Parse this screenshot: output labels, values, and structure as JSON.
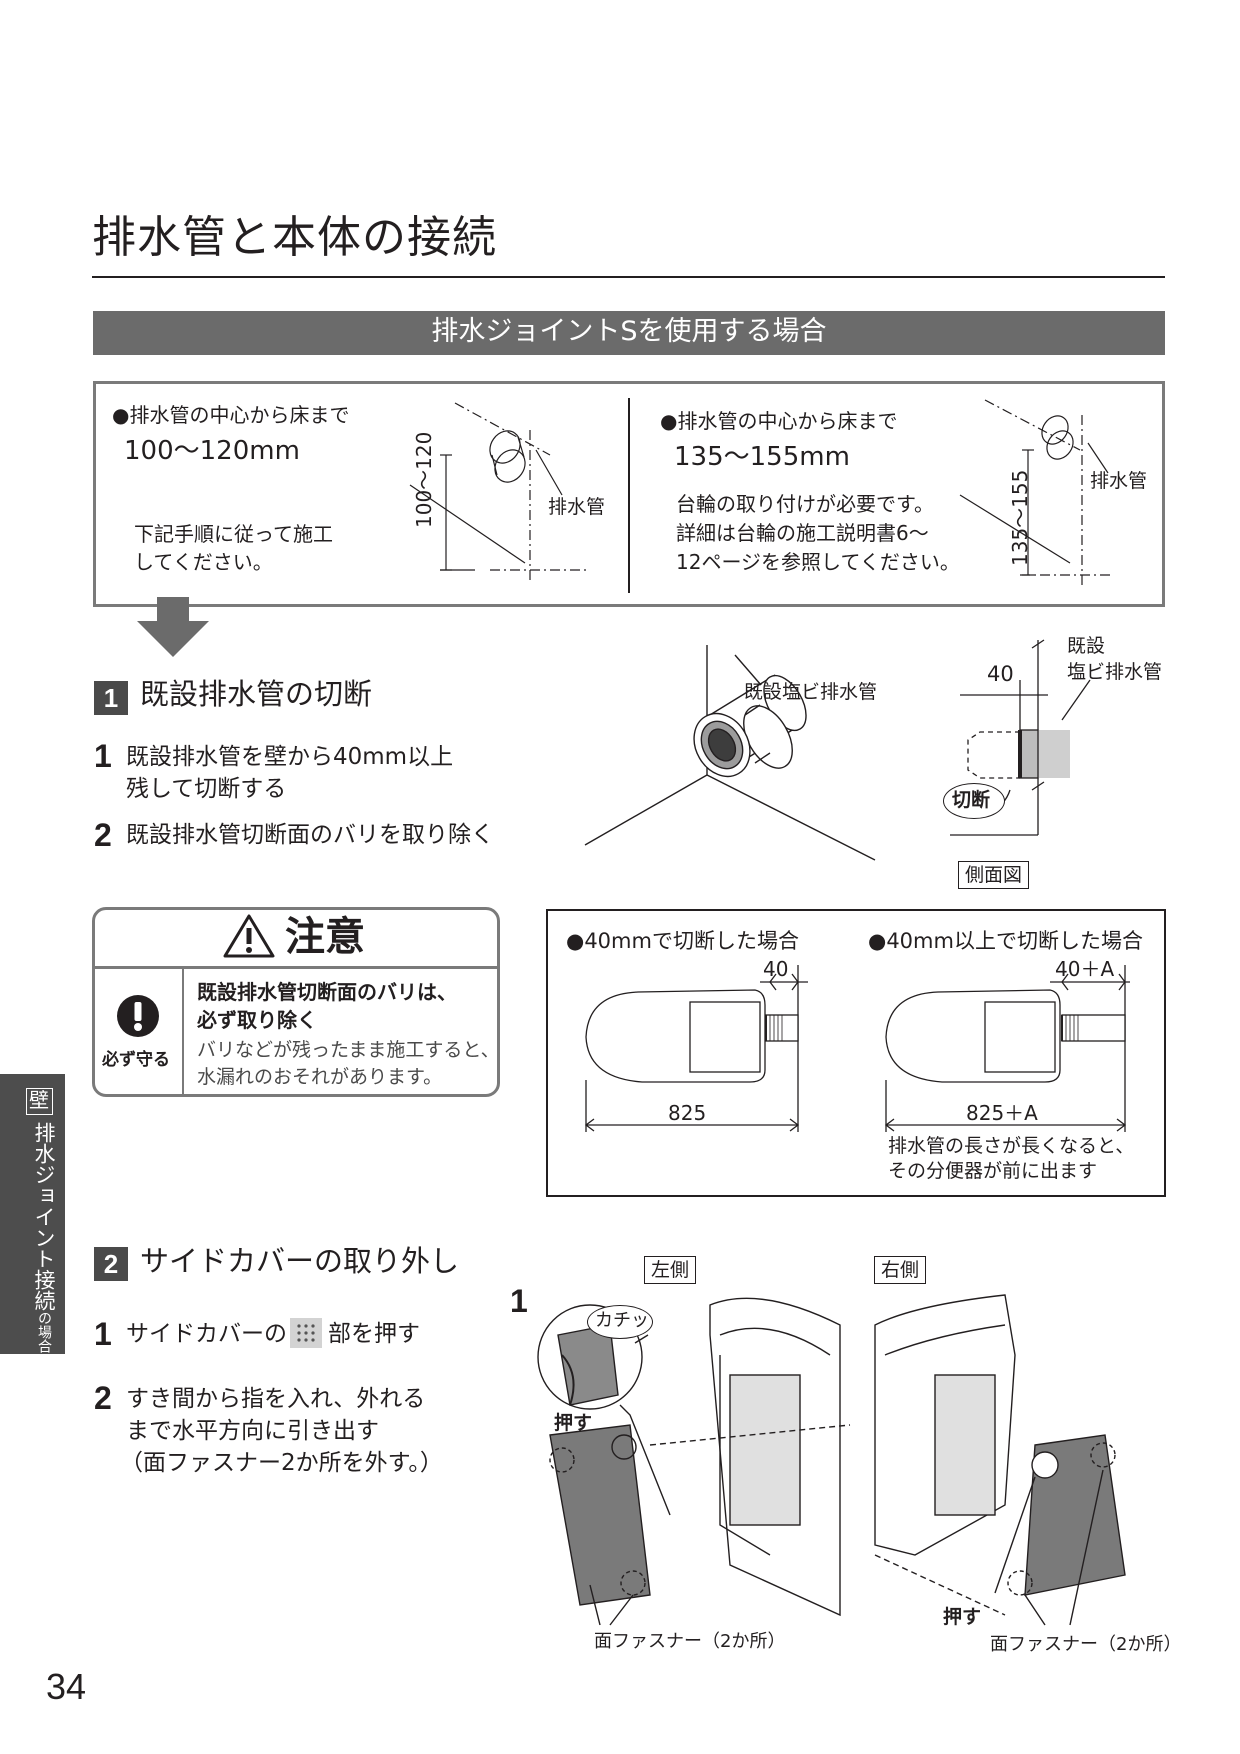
{
  "header": {
    "title": "排水管と本体の接続",
    "section_banner": "排水ジョイントSを使用する場合"
  },
  "cases": {
    "left": {
      "label": "●排水管の中心から床まで",
      "range": "100〜120mm",
      "note_line1": "下記手順に従って施工",
      "note_line2": "してください。",
      "dim": "100〜120",
      "pipe_label": "排水管"
    },
    "right": {
      "label": "●排水管の中心から床まで",
      "range": "135〜155mm",
      "note_line1": "台輪の取り付けが必要です。",
      "note_line2": "詳細は台輪の施工説明書6〜",
      "note_line3": "12ページを参照してください。",
      "dim": "135〜155",
      "pipe_label": "排水管"
    }
  },
  "step1": {
    "badge": "1",
    "title": "既設排水管の切断",
    "items": [
      {
        "num": "1",
        "line1": "既設排水管を壁から40mm以上",
        "line2": "残して切断する"
      },
      {
        "num": "2",
        "line1": "既設排水管切断面のバリを取り除く"
      }
    ],
    "figure": {
      "pipe_label": "既設塩ビ排水管",
      "dim": "40",
      "existing_label_line1": "既設",
      "existing_label_line2": "塩ビ排水管",
      "cut_label": "切断",
      "side_view_label": "側面図"
    }
  },
  "caution": {
    "title": "注意",
    "icon_label": "必ず守る",
    "bold_line1": "既設排水管切断面のバリは、",
    "bold_line2": "必ず取り除く",
    "line1": "バリなどが残ったまま施工すると、",
    "line2": "水漏れのおそれがあります。"
  },
  "compare": {
    "left_title": "●40mmで切断した場合",
    "left_dim_top": "40",
    "left_dim_bottom": "825",
    "right_title": "●40mm以上で切断した場合",
    "right_dim_top": "40＋A",
    "right_dim_bottom": "825＋A",
    "note_line1": "排水管の長さが長くなると、",
    "note_line2": "その分便器が前に出ます"
  },
  "step2": {
    "badge": "2",
    "title": "サイドカバーの取り外し",
    "item1_prefix": "サイドカバーの",
    "item1_suffix": "部を押す",
    "item2_line1": "すき間から指を入れ、外れる",
    "item2_line2": "まで水平方向に引き出す",
    "item2_line3": "（面ファスナー2か所を外す。）",
    "figure": {
      "left_tag": "左側",
      "right_tag": "右側",
      "step_marker": "1",
      "click_sound": "カチッ",
      "press_left": "押す",
      "press_right": "押す",
      "fastener_left": "面ファスナー（2か所）",
      "fastener_right": "面ファスナー（2か所）"
    }
  },
  "side_tab": {
    "box_char": "壁",
    "text": "排水ジョイント接続",
    "small": "の場合"
  },
  "page_number": "34"
}
